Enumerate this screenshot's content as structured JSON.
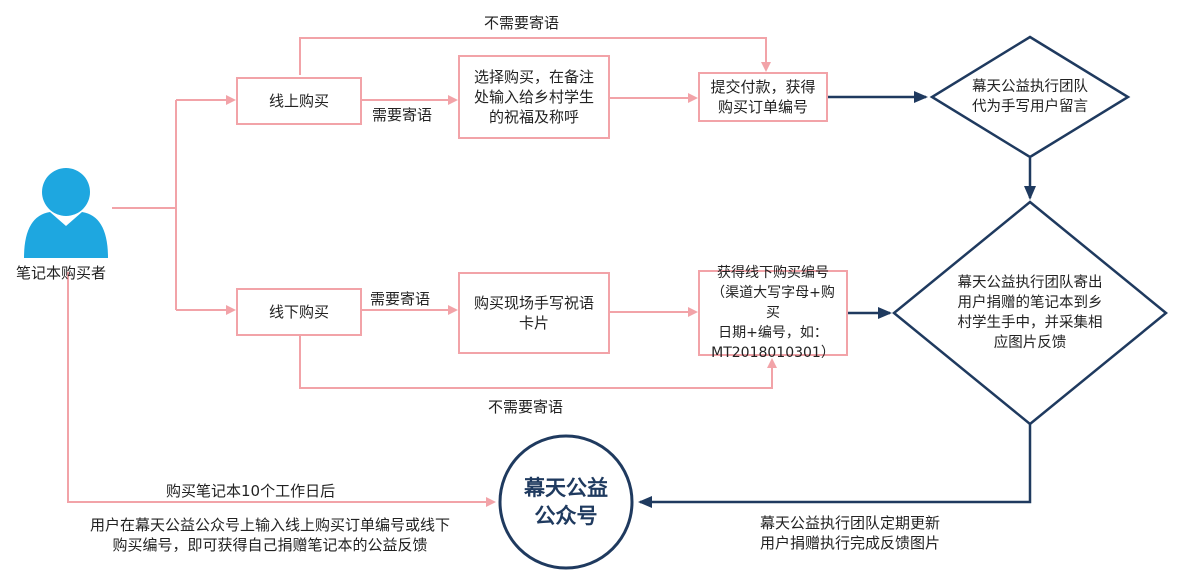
{
  "buyer": {
    "label": "笔记本购买者"
  },
  "online": {
    "label": "线上购买",
    "choose": "选择购买，在备注\n处输入给乡村学生\n的祝福及称呼",
    "submit": "提交付款，获得\n购买订单编号",
    "need_msg": "需要寄语",
    "no_msg": "不需要寄语"
  },
  "offline": {
    "label": "线下购买",
    "card": "购买现场手写祝语\n卡片",
    "number": "获得线下购买编号\n（渠道大写字母+购买\n日期+编号，如：\nMT2018010301）",
    "need_msg": "需要寄语",
    "no_msg": "不需要寄语"
  },
  "team": {
    "leave_msg": "幕天公益执行团队\n代为手写用户留言",
    "send": "幕天公益执行团队寄出\n用户捐赠的笔记本到乡\n村学生手中，并采集相\n应图片反馈"
  },
  "official_account": {
    "label": "幕天公益\n公众号"
  },
  "notes": {
    "after_days": "购买笔记本10个工作日后",
    "user_input": "用户在幕天公益公众号上输入线上购买订单编号或线下\n购买编号，即可获得自己捐赠笔记本的公益反馈",
    "team_update": "幕天公益执行团队定期更新\n用户捐赠执行完成反馈图片"
  },
  "colors": {
    "pink": "#f2a3a8",
    "navy": "#1f3a5f",
    "person": "#1ea7e0"
  }
}
